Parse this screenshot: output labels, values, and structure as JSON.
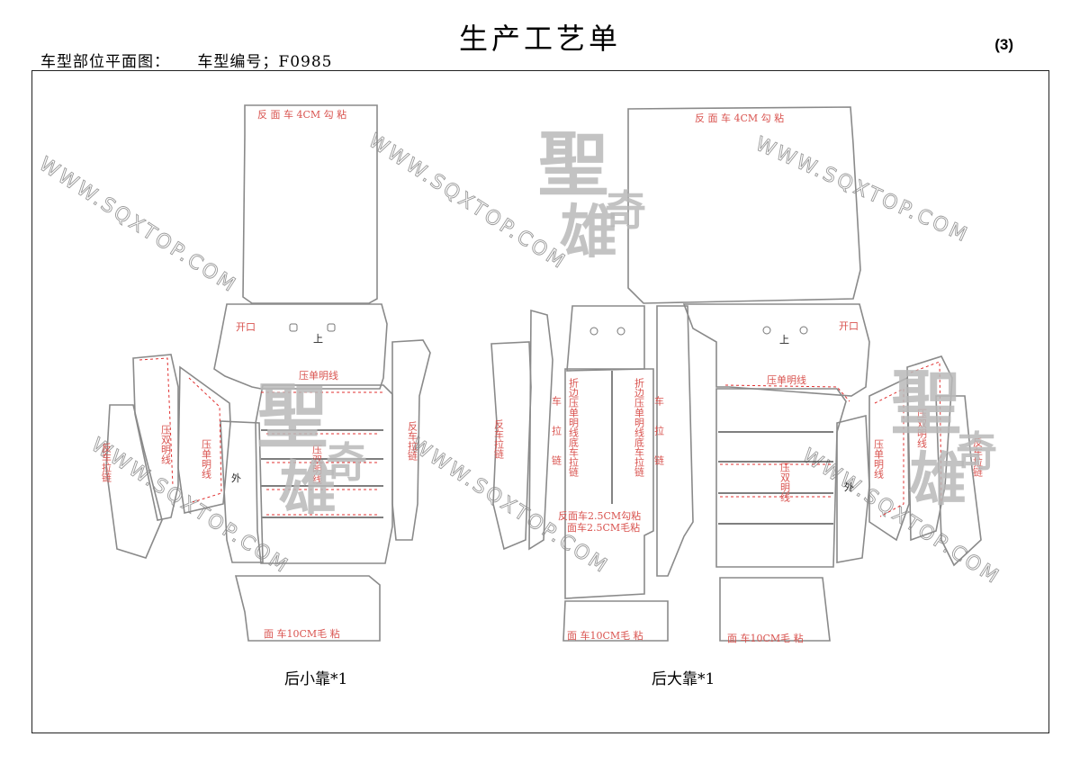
{
  "title": "生产工艺单",
  "page_number": "(3)",
  "header": {
    "label": "车型部位平面图：",
    "model_label": "车型编号；F0985"
  },
  "watermark": {
    "url": "WWW.SQXTOP.COM",
    "logo_top": "聖",
    "logo_mid": "奇",
    "logo_bottom": "雄"
  },
  "left_pattern": {
    "caption": "后小靠*1",
    "top_note": "反 面 车 4CM  勾  粘",
    "opening": "开口",
    "up": "上",
    "single_line": "压单明线",
    "double_line_left": "压双明线",
    "single_line_left": "压单明线",
    "outer": "外",
    "double_line_center": "压双明线",
    "zip_left": "反车拉链",
    "zip_right": "反车拉链",
    "bottom_note": "面  车10CM毛  粘"
  },
  "right_pattern": {
    "caption": "后大靠*1",
    "top_note": "反 面 车 4CM  勾 粘",
    "opening": "开口",
    "up": "上",
    "single_line": "压单明线",
    "zip_left": "反车拉链",
    "car_zip_left": "车拉链",
    "fold_note_left": "折边压单明线底车拉链",
    "fold_note_right": "折边压单明线底车拉链",
    "car_zip_right": "车拉链",
    "hook_note": "反面车2.5CM勾粘",
    "fluff_note": "面车2.5CM毛粘",
    "double_line_center": "压双明线",
    "outer": "外",
    "single_line_right": "压单明线",
    "double_line_right": "压双明线",
    "zip_right": "反车拉链",
    "bottom_note": "面  车10CM毛  粘"
  }
}
